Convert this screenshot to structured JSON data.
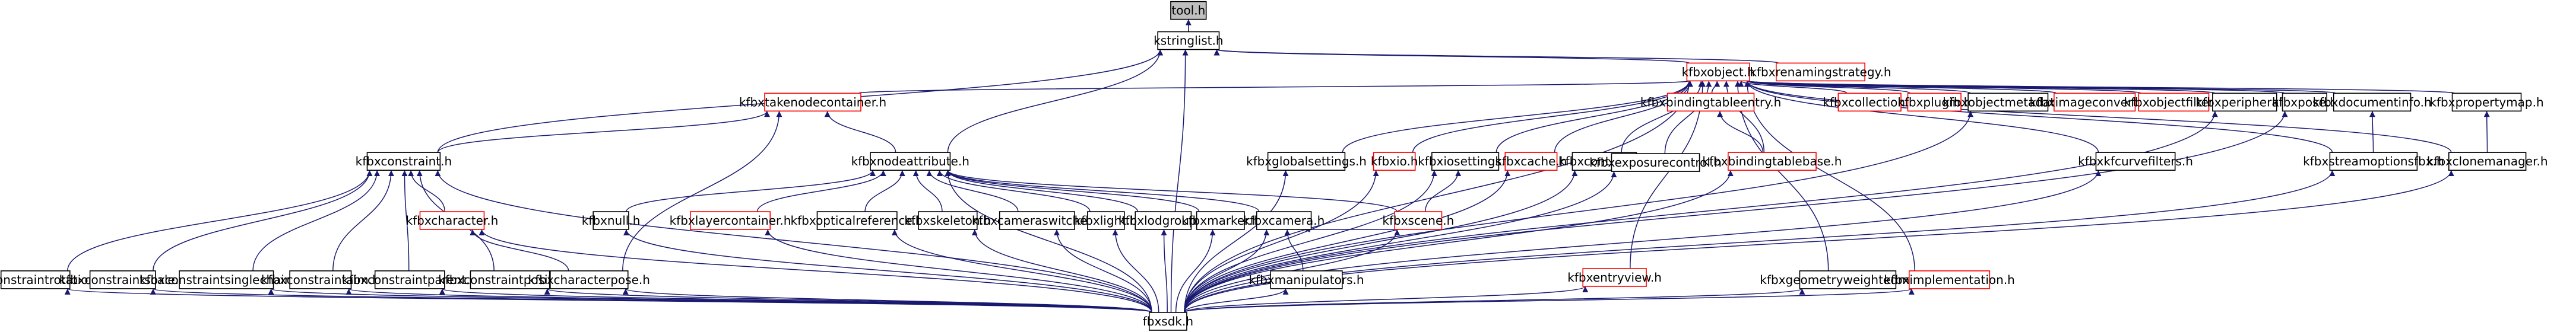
{
  "nodes": [
    {
      "id": "toolh",
      "label": "tool.h",
      "hl": true
    },
    {
      "id": "kstring",
      "label": "kstringlist.h"
    },
    {
      "id": "kfbxobject",
      "label": "kfbxobject.h",
      "red": true
    },
    {
      "id": "renaming",
      "label": "kfbxrenamingstrategy.h",
      "red": true
    },
    {
      "id": "takenode",
      "label": "kfbxtakenodecontainer.h",
      "red": true
    },
    {
      "id": "constraint",
      "label": "kfbxconstraint.h"
    },
    {
      "id": "nodeattr",
      "label": "kfbxnodeattribute.h"
    },
    {
      "id": "globalset",
      "label": "kfbxglobalsettings.h"
    },
    {
      "id": "io",
      "label": "kfbxio.h",
      "red": true
    },
    {
      "id": "iosettings",
      "label": "kfbxiosettings.h"
    },
    {
      "id": "cache",
      "label": "kfbxcache.h",
      "red": true
    },
    {
      "id": "container",
      "label": "kfbxcontainer.h"
    },
    {
      "id": "bindentry",
      "label": "kfbxbindingtableentry.h",
      "red": true
    },
    {
      "id": "bindbase",
      "label": "kfbxbindingtablebase.h",
      "red": true
    },
    {
      "id": "collection",
      "label": "kfbxcollection.h",
      "red": true
    },
    {
      "id": "plugin",
      "label": "kfbxplugin.h",
      "red": true
    },
    {
      "id": "objmeta",
      "label": "kfbxobjectmetadata.h"
    },
    {
      "id": "imgconv",
      "label": "kfbximageconverter.h",
      "red": true
    },
    {
      "id": "objfilter",
      "label": "kfbxobjectfilter.h",
      "red": true
    },
    {
      "id": "peripheral",
      "label": "kfbxperipheral.h"
    },
    {
      "id": "xpose",
      "label": "kfbxpose.h"
    },
    {
      "id": "docinfo",
      "label": "kfbxdocumentinfo.h"
    },
    {
      "id": "propmap",
      "label": "kfbxpropertymap.h"
    },
    {
      "id": "exposure",
      "label": "kfbxexposurecontrol.h"
    },
    {
      "id": "kfcurve",
      "label": "kfbxkfcurvefilters.h"
    },
    {
      "id": "streamopt",
      "label": "kfbxstreamoptionsfbx.h"
    },
    {
      "id": "clonemgr",
      "label": "kfbxclonemanager.h"
    },
    {
      "id": "character",
      "label": "kfbxcharacter.h",
      "red": true
    },
    {
      "id": "nulls",
      "label": "kfbxnull.h"
    },
    {
      "id": "layercont",
      "label": "kfbxlayercontainer.h",
      "red": true
    },
    {
      "id": "opticalref",
      "label": "kfbxopticalreference.h"
    },
    {
      "id": "skeleton",
      "label": "kfbxskeleton.h"
    },
    {
      "id": "camswitch",
      "label": "kfbxcameraswitcher.h"
    },
    {
      "id": "light",
      "label": "kfbxlight.h"
    },
    {
      "id": "lodgroup",
      "label": "kfbxlodgroup.h"
    },
    {
      "id": "marker",
      "label": "kfbxmarker.h"
    },
    {
      "id": "camera",
      "label": "kfbxcamera.h"
    },
    {
      "id": "scene",
      "label": "kfbxscene.h",
      "red": true
    },
    {
      "id": "manip",
      "label": "kfbxmanipulators.h"
    },
    {
      "id": "eventry",
      "label": "kfbxentryview.h",
      "red": true
    },
    {
      "id": "geomweight",
      "label": "kfbxgeometryweightedmap.h"
    },
    {
      "id": "implement",
      "label": "kfbximplementation.h",
      "red": true
    },
    {
      "id": "crot",
      "label": "kfbxconstraintrotation.h"
    },
    {
      "id": "cscale",
      "label": "kfbxconstraintscale.h"
    },
    {
      "id": "csingle",
      "label": "kfbxconstraintsinglechainik.h"
    },
    {
      "id": "caim",
      "label": "kfbxconstraintaim.h"
    },
    {
      "id": "cparent",
      "label": "kfbxconstraintparent.h"
    },
    {
      "id": "cpos",
      "label": "kfbxconstraintposition.h"
    },
    {
      "id": "charpose",
      "label": "kfbxcharacterpose.h"
    },
    {
      "id": "fbxsdk",
      "label": "fbxsdk.h"
    }
  ],
  "edges": [
    [
      "kstring",
      "toolh"
    ],
    [
      "kfbxobject",
      "kstring"
    ],
    [
      "renaming",
      "kstring"
    ],
    [
      "constraint",
      "kstring"
    ],
    [
      "nodeattr",
      "kstring"
    ],
    [
      "fbxsdk",
      "kstring"
    ],
    [
      "takenode",
      "kfbxobject"
    ],
    [
      "globalset",
      "kfbxobject"
    ],
    [
      "io",
      "kfbxobject"
    ],
    [
      "iosettings",
      "kfbxobject"
    ],
    [
      "cache",
      "kfbxobject"
    ],
    [
      "container",
      "kfbxobject"
    ],
    [
      "bindentry",
      "kfbxobject"
    ],
    [
      "bindbase",
      "kfbxobject"
    ],
    [
      "collection",
      "kfbxobject"
    ],
    [
      "plugin",
      "kfbxobject"
    ],
    [
      "objmeta",
      "kfbxobject"
    ],
    [
      "imgconv",
      "kfbxobject"
    ],
    [
      "objfilter",
      "kfbxobject"
    ],
    [
      "peripheral",
      "kfbxobject"
    ],
    [
      "xpose",
      "kfbxobject"
    ],
    [
      "docinfo",
      "kfbxobject"
    ],
    [
      "propmap",
      "kfbxobject"
    ],
    [
      "exposure",
      "kfbxobject"
    ],
    [
      "kfcurve",
      "kfbxobject"
    ],
    [
      "streamopt",
      "kfbxobject"
    ],
    [
      "clonemgr",
      "kfbxobject"
    ],
    [
      "eventry",
      "kfbxobject"
    ],
    [
      "geomweight",
      "kfbxobject"
    ],
    [
      "implement",
      "kfbxobject"
    ],
    [
      "fbxsdk",
      "kfbxobject"
    ],
    [
      "constraint",
      "takenode"
    ],
    [
      "nodeattr",
      "takenode"
    ],
    [
      "charpose",
      "takenode"
    ],
    [
      "bindbase",
      "bindentry"
    ],
    [
      "clonemgr",
      "propmap"
    ],
    [
      "crot",
      "constraint"
    ],
    [
      "cscale",
      "constraint"
    ],
    [
      "csingle",
      "constraint"
    ],
    [
      "caim",
      "constraint"
    ],
    [
      "cparent",
      "constraint"
    ],
    [
      "cpos",
      "constraint"
    ],
    [
      "character",
      "constraint"
    ],
    [
      "fbxsdk",
      "constraint"
    ],
    [
      "nulls",
      "nodeattr"
    ],
    [
      "layercont",
      "nodeattr"
    ],
    [
      "opticalref",
      "nodeattr"
    ],
    [
      "skeleton",
      "nodeattr"
    ],
    [
      "camswitch",
      "nodeattr"
    ],
    [
      "light",
      "nodeattr"
    ],
    [
      "lodgroup",
      "nodeattr"
    ],
    [
      "marker",
      "nodeattr"
    ],
    [
      "camera",
      "nodeattr"
    ],
    [
      "scene",
      "nodeattr"
    ],
    [
      "fbxsdk",
      "nodeattr"
    ],
    [
      "charpose",
      "character"
    ],
    [
      "fbxsdk",
      "character"
    ],
    [
      "manip",
      "camera"
    ],
    [
      "scene",
      "camera"
    ],
    [
      "fbxsdk",
      "camera"
    ],
    [
      "fbxsdk",
      "manip"
    ],
    [
      "fbxsdk",
      "scene"
    ],
    [
      "scene",
      "iosettings"
    ],
    [
      "fbxsdk",
      "globalset"
    ],
    [
      "fbxsdk",
      "io"
    ],
    [
      "fbxsdk",
      "iosettings"
    ],
    [
      "fbxsdk",
      "cache"
    ],
    [
      "fbxsdk",
      "container"
    ],
    [
      "fbxsdk",
      "exposure"
    ],
    [
      "fbxsdk",
      "bindbase"
    ],
    [
      "fbxsdk",
      "objmeta"
    ],
    [
      "fbxsdk",
      "peripheral"
    ],
    [
      "fbxsdk",
      "xpose"
    ],
    [
      "fbxsdk",
      "kfcurve"
    ],
    [
      "fbxsdk",
      "streamopt"
    ],
    [
      "fbxsdk",
      "clonemgr"
    ],
    [
      "fbxsdk",
      "eventry"
    ],
    [
      "fbxsdk",
      "geomweight"
    ],
    [
      "fbxsdk",
      "implement"
    ],
    [
      "fbxsdk",
      "charpose"
    ],
    [
      "fbxsdk",
      "crot"
    ],
    [
      "fbxsdk",
      "cscale"
    ],
    [
      "fbxsdk",
      "csingle"
    ],
    [
      "fbxsdk",
      "caim"
    ],
    [
      "fbxsdk",
      "cparent"
    ],
    [
      "fbxsdk",
      "cpos"
    ],
    [
      "fbxsdk",
      "nulls"
    ],
    [
      "fbxsdk",
      "layercont"
    ],
    [
      "fbxsdk",
      "opticalref"
    ],
    [
      "fbxsdk",
      "skeleton"
    ],
    [
      "fbxsdk",
      "camswitch"
    ],
    [
      "fbxsdk",
      "light"
    ],
    [
      "fbxsdk",
      "lodgroup"
    ],
    [
      "fbxsdk",
      "marker"
    ],
    [
      "streamopt",
      "docinfo"
    ]
  ],
  "colors": {
    "edge": "#191970",
    "node_border": "#000000",
    "node_border_incomplete": "#ff0000",
    "highlight_fill": "#bfbfbf"
  }
}
